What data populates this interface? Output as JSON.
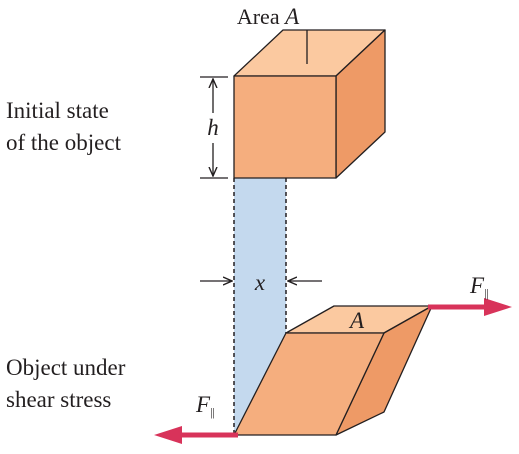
{
  "labels": {
    "area_prefix": "Area ",
    "area_var": "A",
    "height": "h",
    "displacement": "x",
    "top_face": "A",
    "force_symbol": "F",
    "force_subscript": "||",
    "initial_state": [
      "Initial state",
      "of the object"
    ],
    "shear_state": [
      "Object under",
      "shear stress"
    ]
  },
  "colors": {
    "box_front": "#f5ae7e",
    "box_top": "#fbc9a0",
    "box_side": "#ee9a66",
    "box_edge": "#231f20",
    "strip_fill": "#c4d9ee",
    "force_arrow": "#d8335a",
    "text": "#231f20"
  }
}
